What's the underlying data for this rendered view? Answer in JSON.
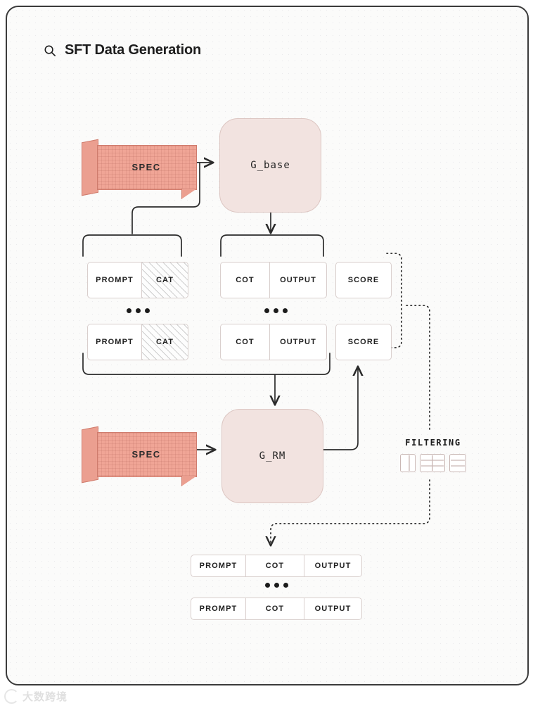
{
  "header": {
    "title": "SFT Data Generation",
    "search_icon": "search-icon"
  },
  "nodes": {
    "spec_top": {
      "label": "SPEC"
    },
    "spec_bottom": {
      "label": "SPEC"
    },
    "g_base": {
      "label": "G_base"
    },
    "g_rm": {
      "label": "G_RM"
    }
  },
  "prompt_group": {
    "rows": [
      {
        "cells": [
          {
            "label": "PROMPT",
            "hatched": false
          },
          {
            "label": "CAT",
            "hatched": true
          }
        ]
      },
      {
        "cells": [
          {
            "label": "PROMPT",
            "hatched": false
          },
          {
            "label": "CAT",
            "hatched": true
          }
        ]
      }
    ],
    "ellipsis": "•••"
  },
  "generation_group": {
    "rows": [
      {
        "cells": [
          {
            "label": "COT",
            "hatched": false
          },
          {
            "label": "OUTPUT",
            "hatched": false
          }
        ]
      },
      {
        "cells": [
          {
            "label": "COT",
            "hatched": false
          },
          {
            "label": "OUTPUT",
            "hatched": false
          }
        ]
      }
    ],
    "scores": [
      {
        "label": "SCORE"
      },
      {
        "label": "SCORE"
      }
    ],
    "ellipsis": "•••"
  },
  "filtering": {
    "caption": "FILTERING",
    "icons": [
      "table-single-column-icon",
      "table-grid-icon",
      "table-rows-icon"
    ]
  },
  "output_group": {
    "rows": [
      {
        "cells": [
          {
            "label": "PROMPT"
          },
          {
            "label": "COT"
          },
          {
            "label": "OUTPUT"
          }
        ]
      },
      {
        "cells": [
          {
            "label": "PROMPT"
          },
          {
            "label": "COT"
          },
          {
            "label": "OUTPUT"
          }
        ]
      }
    ],
    "ellipsis": "•••"
  },
  "watermark": {
    "text": "大数跨境"
  },
  "colors": {
    "spec_fill": "#F0A596",
    "node_fill": "#F2E3E0",
    "card_border": "#3b3b3b",
    "line": "#2b2b2b",
    "cell_border": "#d9cfcd"
  }
}
